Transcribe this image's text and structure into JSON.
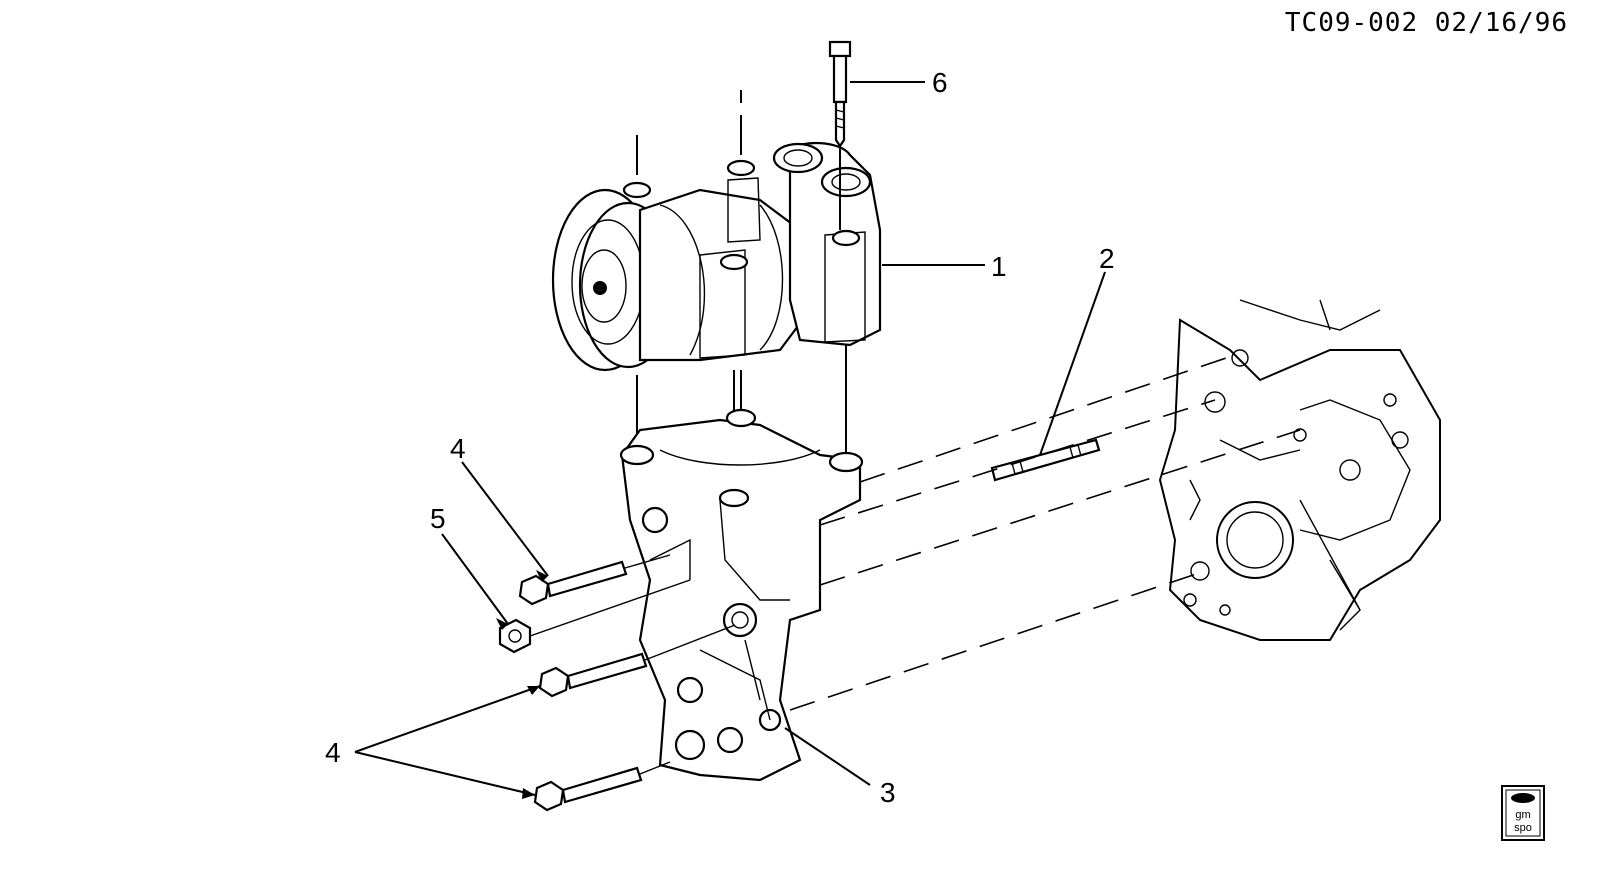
{
  "header": {
    "ref_code": "TC09-002 02/16/96"
  },
  "callouts": [
    {
      "id": "c1",
      "label": "1"
    },
    {
      "id": "c2",
      "label": "2"
    },
    {
      "id": "c3",
      "label": "3"
    },
    {
      "id": "c4a",
      "label": "4"
    },
    {
      "id": "c4b",
      "label": "4"
    },
    {
      "id": "c5",
      "label": "5"
    },
    {
      "id": "c6",
      "label": "6"
    }
  ],
  "logo": {
    "line1": "gm",
    "line2": "spo"
  }
}
